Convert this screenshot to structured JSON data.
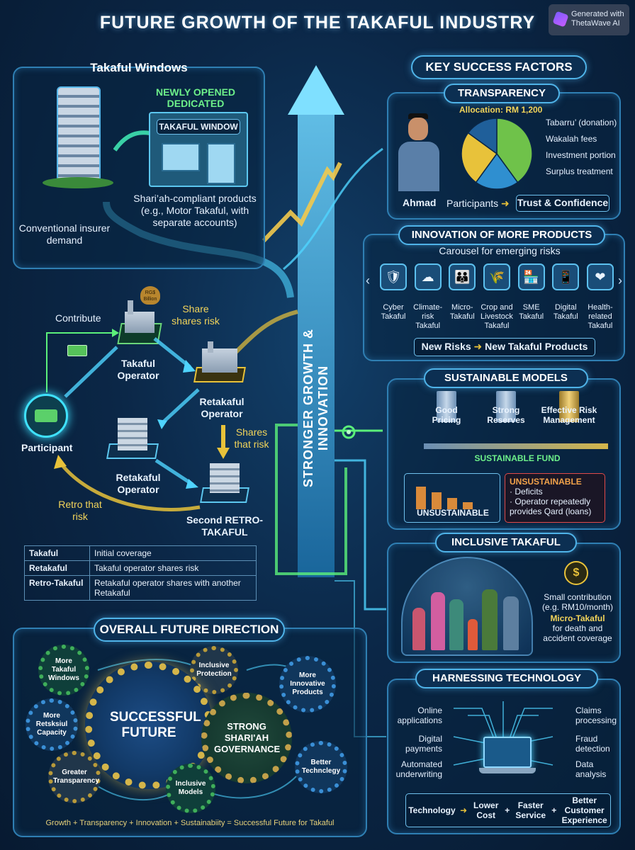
{
  "title": "FUTURE GROWTH OF THE TAKAFUL INDUSTRY",
  "badge": {
    "line1": "Generated with",
    "line2": "ThetaWave AI"
  },
  "center_arrow_label": "STRONGER GROWTH & INNOVATION",
  "windows": {
    "title": "Takaful Windows",
    "tag_line1": "NEWLY OPENED",
    "tag_line2": "DEDICATED",
    "sign": "TAKAFUL WINDOW",
    "products": "Shari’ah-compliant products (e.g., Motor Takaful, with separate accounts)",
    "conventional": "Conventional insurer demand"
  },
  "flow": {
    "contribute": "Contribute",
    "share": "Share",
    "shares_risk": "shares risk",
    "operator": "Takaful Operator",
    "retakaful1": "Retakaful Operator",
    "shares_that_risk": "Shares that risk",
    "participant": "Participant",
    "retakaful2": "Retakaful Operator",
    "retro": "Retro that risk",
    "second": "Second RETRO-TAKAFUL",
    "money_bag": "RG$ Billion"
  },
  "legend": [
    {
      "term": "Takaful",
      "desc": "Initial coverage"
    },
    {
      "term": "Retakaful",
      "desc": "Takaful operator shares risk"
    },
    {
      "term": "Retro-Takaful",
      "desc": "Retakaful operator shares with another Retakaful"
    }
  ],
  "direction": {
    "title": "OVERALL FUTURE DIRECTION",
    "gears": {
      "windows": "More Takaful Windows",
      "inclusive_protection": "Inclusive Protection",
      "innovative": "More Innovative Products",
      "capacity": "More Retsksiul Capacity",
      "successful": "SUCCESSFUL FUTURE",
      "governance": "STRONG SHARI'AH GOVERNANCE",
      "technology": "Better Techncl‌egy",
      "transparency": "Greater Transparency",
      "inclusive_models": "Inclusive Models"
    },
    "formula": "Growth + Transparency + Innovation + Sustainabiity = Successful Future for Takaful"
  },
  "ksf": {
    "title": "KEY SUCCESS FACTORS",
    "transparency": {
      "title": "TRANSPARENCY",
      "allocation": "Allocation: RM 1,200",
      "slices": [
        "Tabarru’ (donation)",
        "Wakalah fees",
        "Investment portion",
        "Surplus treatment"
      ],
      "slice_colors": [
        "#6fc24a",
        "#2f8fd0",
        "#e8c23a",
        "#1f5f9a"
      ],
      "person": "Ahmad",
      "participants": "Participants",
      "trust": "Trust & Confidence"
    },
    "innovation": {
      "title": "INNOVATION OF MORE PRODUCTS",
      "subtitle": "Carousel for emerging risks",
      "items": [
        {
          "label": "Cyber Takaful",
          "icon": "shield-lock-icon",
          "glyph": "🛡"
        },
        {
          "label": "Climate-risk Takaful",
          "icon": "cloud-rain-icon",
          "glyph": "☁"
        },
        {
          "label": "Micro-Takaful",
          "icon": "family-icon",
          "glyph": "👪"
        },
        {
          "label": "Crop and Livestock Takaful",
          "icon": "farmer-icon",
          "glyph": "🌾"
        },
        {
          "label": "SME Takaful",
          "icon": "shop-icon",
          "glyph": "🏪"
        },
        {
          "label": "Digital Takaful",
          "icon": "phone-icon",
          "glyph": "📱"
        },
        {
          "label": "Health-related Takaful",
          "icon": "health-icon",
          "glyph": "❤"
        }
      ],
      "new_risks": "New Risks",
      "new_products": "New Takaful Products"
    },
    "sustainable": {
      "title": "SUSTAINABLE MODELS",
      "pillars": [
        "Good Pricing",
        "Strong Reserves",
        "Effective Risk Management"
      ],
      "fund": "SUSTAINABLE FUND",
      "unsustainable": "UNSUSTAINABLE",
      "warn_title": "UNSUSTAINABLE",
      "warn_items": [
        "Deficits",
        "Operator repeatedly provides Qard (loans)"
      ]
    },
    "inclusive": {
      "title": "INCLUSIVE TAKAFUL",
      "small": "Small contribution (e.g. RM10/month)",
      "micro": "Micro-Takaful",
      "coverage": "for death and accident coverage"
    },
    "technology": {
      "title": "HARNESSING TECHNOLOGY",
      "left": [
        "Online applications",
        "Digital payments",
        "Automated underwriting"
      ],
      "right": [
        "Claims processing",
        "Fraud detection",
        "Data analysis"
      ],
      "technology": "Technology",
      "lower_cost": "Lower Cost",
      "faster": "Faster Service",
      "better": "Better Customer Experience"
    }
  }
}
